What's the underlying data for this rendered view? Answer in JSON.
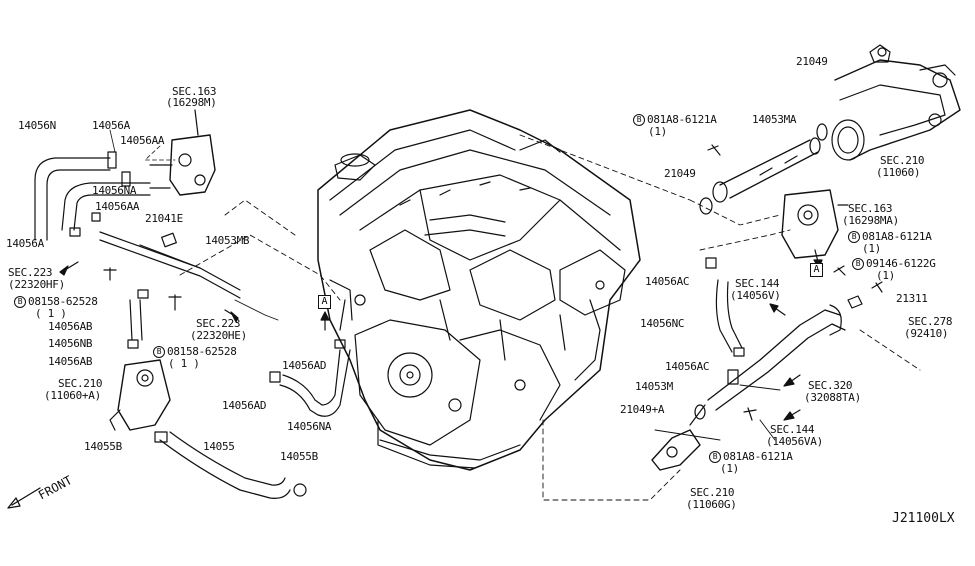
{
  "diagram_ref": "J21100LX",
  "front_label": "FRONT",
  "ref_marker": "A",
  "bolt_marker": "B",
  "labels": {
    "sec163_top": "SEC.163",
    "sec163_top_sub": "(16298M)",
    "p14056N": "14056N",
    "p14056A_top": "14056A",
    "p14056AA_1": "14056AA",
    "p14056NA_left": "14056NA",
    "p14056AA_2": "14056AA",
    "p21041E": "21041E",
    "p14056A_left": "14056A",
    "p14053MB": "14053MB",
    "sec223_left": "SEC.223",
    "sec223_left_sub": "(22320HF)",
    "bolt_08158_a": "08158-62528",
    "bolt_08158_a_qty": "( 1 )",
    "p14056AB_1": "14056AB",
    "p14056NB": "14056NB",
    "p14056AB_2": "14056AB",
    "sec223_mid": "SEC.223",
    "sec223_mid_sub": "(22320HE)",
    "bolt_08158_b": "08158-62528",
    "bolt_08158_b_qty": "( 1 )",
    "sec210_left": "SEC.210",
    "sec210_left_sub": "(11060+A)",
    "p14056AD_right": "14056AD",
    "p14056AD_left": "14056AD",
    "p14056NA_mid": "14056NA",
    "p14055B_left": "14055B",
    "p14055": "14055",
    "p14055B_mid": "14055B",
    "p21049_top": "21049",
    "bolt_081A8_top": "081A8-6121A",
    "bolt_081A8_top_qty": "(1)",
    "p14053MA": "14053MA",
    "sec210_right": "SEC.210",
    "sec210_right_sub": "(11060)",
    "p21049_mid": "21049",
    "sec163_right": "SEC.163",
    "sec163_right_sub": "(16298MA)",
    "bolt_081A8_mid": "081A8-6121A",
    "bolt_081A8_mid_qty": "(1)",
    "p14056AC_1": "14056AC",
    "sec144_top": "SEC.144",
    "sec144_top_sub": "(14056V)",
    "bolt_09146": "09146-6122G",
    "bolt_09146_qty": "(1)",
    "p21311": "21311",
    "p14056NC": "14056NC",
    "sec278": "SEC.278",
    "sec278_sub": "(92410)",
    "p14056AC_2": "14056AC",
    "p14053M": "14053M",
    "sec320": "SEC.320",
    "sec320_sub": "(32088TA)",
    "p21049A": "21049+A",
    "sec144_bot": "SEC.144",
    "sec144_bot_sub": "(14056VA)",
    "bolt_081A8_bot": "081A8-6121A",
    "bolt_081A8_bot_qty": "(1)",
    "sec210_bot": "SEC.210",
    "sec210_bot_sub": "(11060G)"
  }
}
